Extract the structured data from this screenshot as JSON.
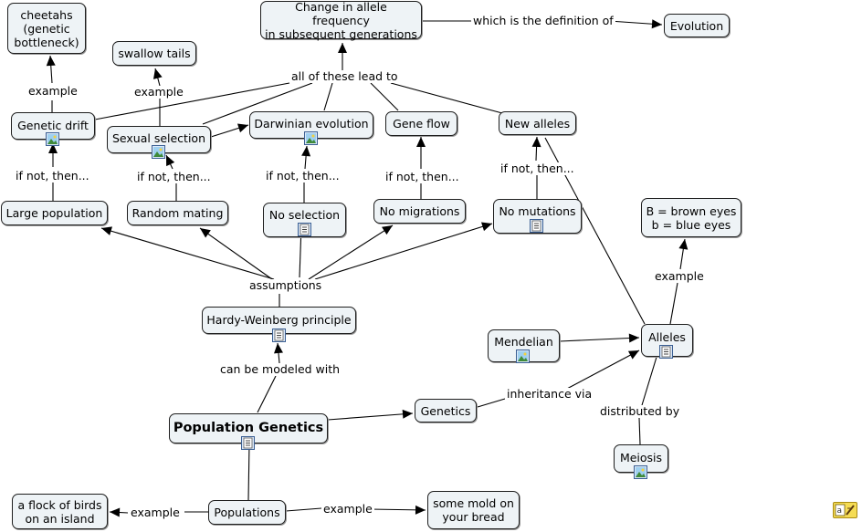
{
  "concepts": {
    "cheetahs": "cheetahs\n(genetic\nbottleneck)",
    "swallow_tails": "swallow tails",
    "allele_freq_change": "Change in allele frequency\nin subsequent generations",
    "evolution": "Evolution",
    "genetic_drift": "Genetic drift",
    "sexual_selection": "Sexual selection",
    "darwinian_evolution": "Darwinian evolution",
    "gene_flow": "Gene flow",
    "new_alleles": "New alleles",
    "large_population": "Large population",
    "random_mating": "Random mating",
    "no_selection": "No selection",
    "no_migrations": "No migrations",
    "no_mutations": "No mutations",
    "eye_colors": "B = brown eyes\nb = blue eyes",
    "hardy_weinberg": "Hardy-Weinberg principle",
    "mendelian": "Mendelian",
    "alleles": "Alleles",
    "population_genetics": "Population Genetics",
    "genetics": "Genetics",
    "meiosis": "Meiosis",
    "flock_of_birds": "a flock of birds\non an island",
    "populations": "Populations",
    "bread_mold": "some mold on\nyour bread"
  },
  "phrases": {
    "definition_of": "which is the definition of",
    "all_lead_to": "all of these lead to",
    "example_drift": "example",
    "example_sexual": "example",
    "if_not_drift": "if not, then...",
    "if_not_mating": "if not, then...",
    "if_not_selection": "if not, then...",
    "if_not_migration": "if not, then...",
    "if_not_mutation": "if not, then...",
    "assumptions": "assumptions",
    "modeled_with": "can be modeled with",
    "example_alleles": "example",
    "inheritance_via": "inheritance via",
    "distributed_by": "distributed by",
    "example_flock": "example",
    "example_mold": "example"
  },
  "icons": {
    "image": "image-resource-icon",
    "document": "document-resource-icon",
    "tool": "annotation-tool-icon"
  },
  "colors": {
    "node_fill": "#eef3f6",
    "node_border": "#1e1e1e",
    "line": "#000000"
  }
}
